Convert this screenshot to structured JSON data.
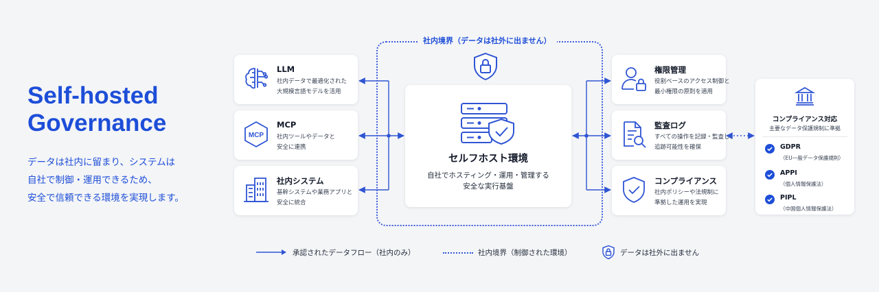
{
  "hero": {
    "title_line1": "Self-hosted",
    "title_line2": "Governance",
    "desc": [
      "データは社内に留まり、システムは",
      "自社で制御・運用できるため、",
      "安全で信頼できる環境を実現します。"
    ]
  },
  "boundary": {
    "label": "社内境界（データは社外に出ません）"
  },
  "left_cards": [
    {
      "title": "LLM",
      "desc": [
        "社内データで最適化された",
        "大規模言語モデルを活用"
      ],
      "icon": "brain-circuit-icon"
    },
    {
      "title": "MCP",
      "desc": [
        "社内ツールやデータと",
        "安全に連携"
      ],
      "icon": "mcp-hexagon-icon",
      "icon_text": "MCP"
    },
    {
      "title": "社内システム",
      "desc": [
        "基幹システムや業務アプリと",
        "安全に統合"
      ],
      "icon": "building-icon"
    }
  ],
  "center": {
    "title": "セルフホスト環境",
    "desc": [
      "自社でホスティング・運用・管理する",
      "安全な実行基盤"
    ],
    "icon": "server-shield-icon"
  },
  "right_cards": [
    {
      "title": "権限管理",
      "desc": [
        "役割ベースのアクセス制御と",
        "最小権限の原則を適用"
      ],
      "icon": "user-lock-icon"
    },
    {
      "title": "監査ログ",
      "desc": [
        "すべての操作を記録・監査し、",
        "追跡可能性を確保"
      ],
      "icon": "document-search-icon"
    },
    {
      "title": "コンプライアンス",
      "desc": [
        "社内ポリシーや法規制に",
        "準拠した運用を実現"
      ],
      "icon": "shield-check-icon"
    }
  ],
  "compliance": {
    "title": "コンプライアンス対応",
    "subtitle": "主要なデータ保護規制に準拠",
    "icon": "institution-icon",
    "items": [
      {
        "name": "GDPR",
        "sub": "（EU一般データ保護規則）"
      },
      {
        "name": "APPI",
        "sub": "（個人情報保護法）"
      },
      {
        "name": "PIPL",
        "sub": "（中国個人情報保護法）"
      }
    ]
  },
  "legend": {
    "flow": "承認されたデータフロー（社内のみ）",
    "boundary": "社内境界（制御された環境）",
    "lock": "データは社外に出ません"
  },
  "colors": {
    "accent": "#1d4ed8",
    "line": "#2f55d4",
    "text": "#111827",
    "background": "#f4f5f7"
  }
}
